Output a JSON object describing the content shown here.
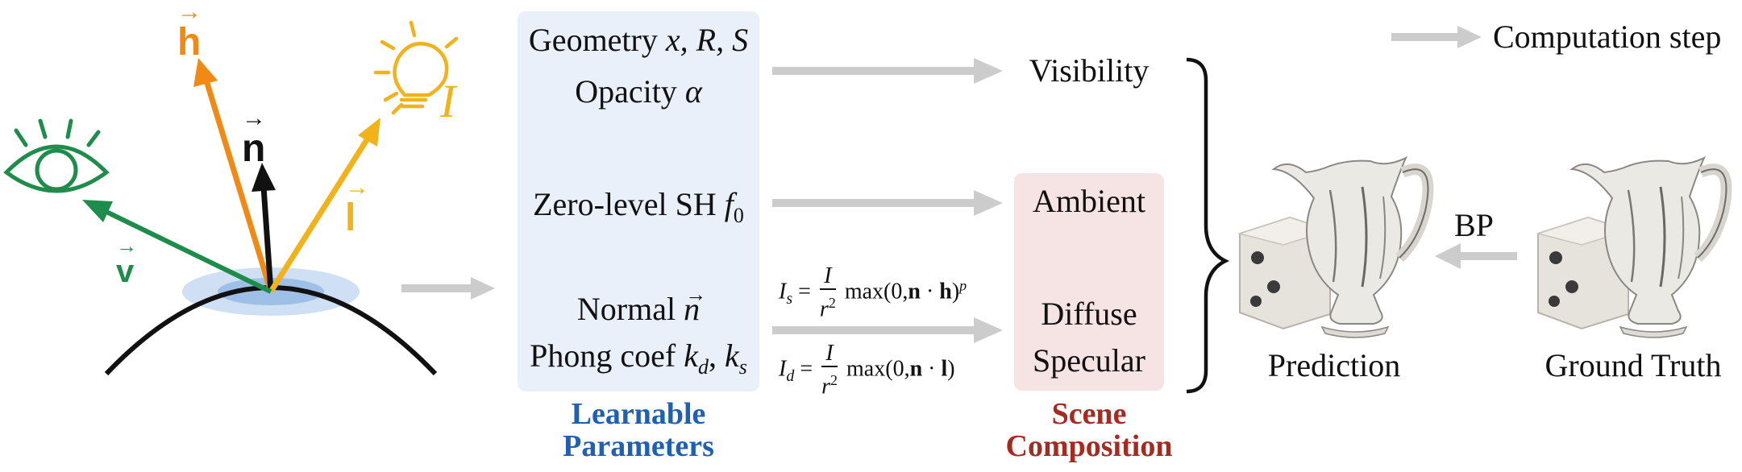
{
  "left_panel": {
    "h_label": "h",
    "n_label": "n",
    "l_label": "l",
    "v_label": "v",
    "light_label": "I",
    "colors": {
      "h": "#f08a14",
      "n": "#111111",
      "l": "#f2b21a",
      "v": "#1e8c4a",
      "surface_glow": "#a9c8ec"
    },
    "icons": [
      "eye-icon",
      "light-bulb-icon"
    ]
  },
  "learnable": {
    "geometry_prefix": "Geometry",
    "geometry_vars": "x, R, S",
    "opacity_prefix": "Opacity",
    "opacity_var": "α",
    "sh_prefix": "Zero-level SH",
    "sh_var": "f",
    "sh_sub": "0",
    "normal_prefix": "Normal",
    "normal_var": "n",
    "phong_prefix": "Phong coef",
    "phong_k1": "k",
    "phong_k1_sub": "d",
    "phong_k2": "k",
    "phong_k2_sub": "s",
    "caption_line1": "Learnable",
    "caption_line2": "Parameters"
  },
  "formulas": {
    "is_lhs": "I",
    "is_sub": "s",
    "is_num": "I",
    "is_den": "r",
    "is_den_exp": "2",
    "is_rest": "max(0,",
    "is_dot": "·",
    "is_tail": ")",
    "is_exp": "p",
    "id_lhs": "I",
    "id_sub": "d",
    "id_num": "I",
    "id_den": "r",
    "id_den_exp": "2",
    "id_rest": "max(0,",
    "id_dot": "·",
    "id_tail": ")",
    "vec_n": "n",
    "vec_h": "h",
    "vec_l": "l"
  },
  "scene": {
    "visibility": "Visibility",
    "ambient": "Ambient",
    "diffuse": "Diffuse",
    "specular": "Specular",
    "caption_line1": "Scene",
    "caption_line2": "Composition"
  },
  "results": {
    "prediction": "Prediction",
    "ground_truth": "Ground Truth",
    "bp": "BP"
  },
  "legend": {
    "label": "Computation step",
    "arrow_color": "#cccccc"
  }
}
